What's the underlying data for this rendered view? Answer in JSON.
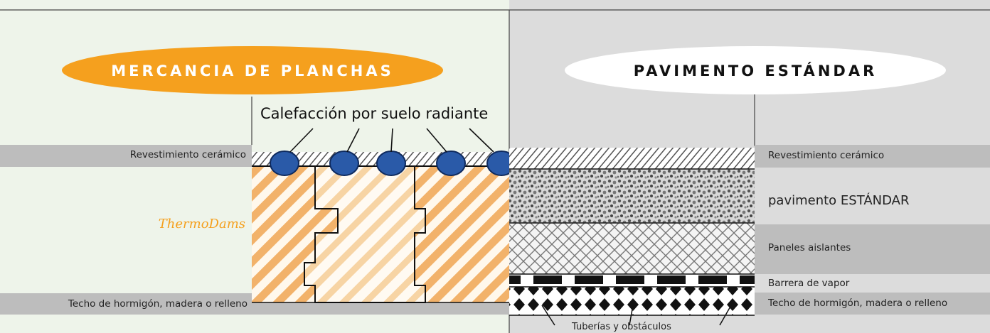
{
  "colors": {
    "left_bg": "#eef4ea",
    "right_bg": "#dcdcdc",
    "band_gray": "#bdbdbd",
    "orange": "#f5a01e",
    "pipe_blue": "#2a5aa8",
    "hatch_orange": "#f2b26a",
    "hatch_cream": "#fbe6c8"
  },
  "left_panel": {
    "title": "MERCANCIA DE PLANCHAS",
    "callout": "Calefacción por suelo radiante",
    "label_top": "Revestimiento cerámico",
    "label_product": "ThermoDams",
    "label_bottom": "Techo de hormigón, madera o relleno"
  },
  "right_panel": {
    "title": "PAVIMENTO ESTÁNDAR",
    "layers": [
      "Revestimiento cerámico",
      "pavimento ESTÁNDAR",
      "Paneles aislantes",
      "Barrera de vapor",
      "Techo de hormigón, madera o relleno"
    ],
    "callout": "Tuberías y obstáculos"
  }
}
